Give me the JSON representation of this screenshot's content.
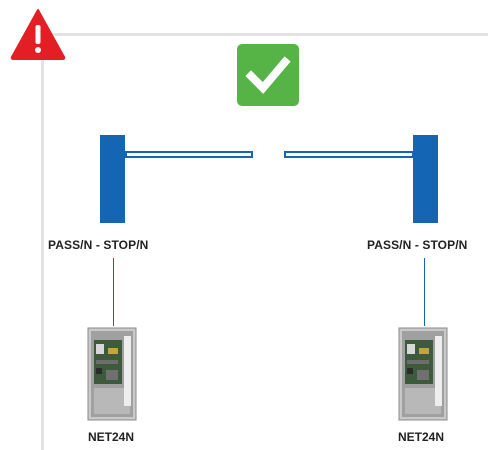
{
  "status": {
    "warning_icon": "warning-triangle-icon",
    "warning_color": "#e31e24",
    "ok_icon": "checkmark-icon",
    "ok_color": "#55b445"
  },
  "barrier_color": "#1565b5",
  "nodes": {
    "left_barrier": {
      "label": "PASS/N - STOP/N"
    },
    "right_barrier": {
      "label": "PASS/N - STOP/N"
    },
    "left_device": {
      "label": "NET24N"
    },
    "right_device": {
      "label": "NET24N"
    }
  }
}
